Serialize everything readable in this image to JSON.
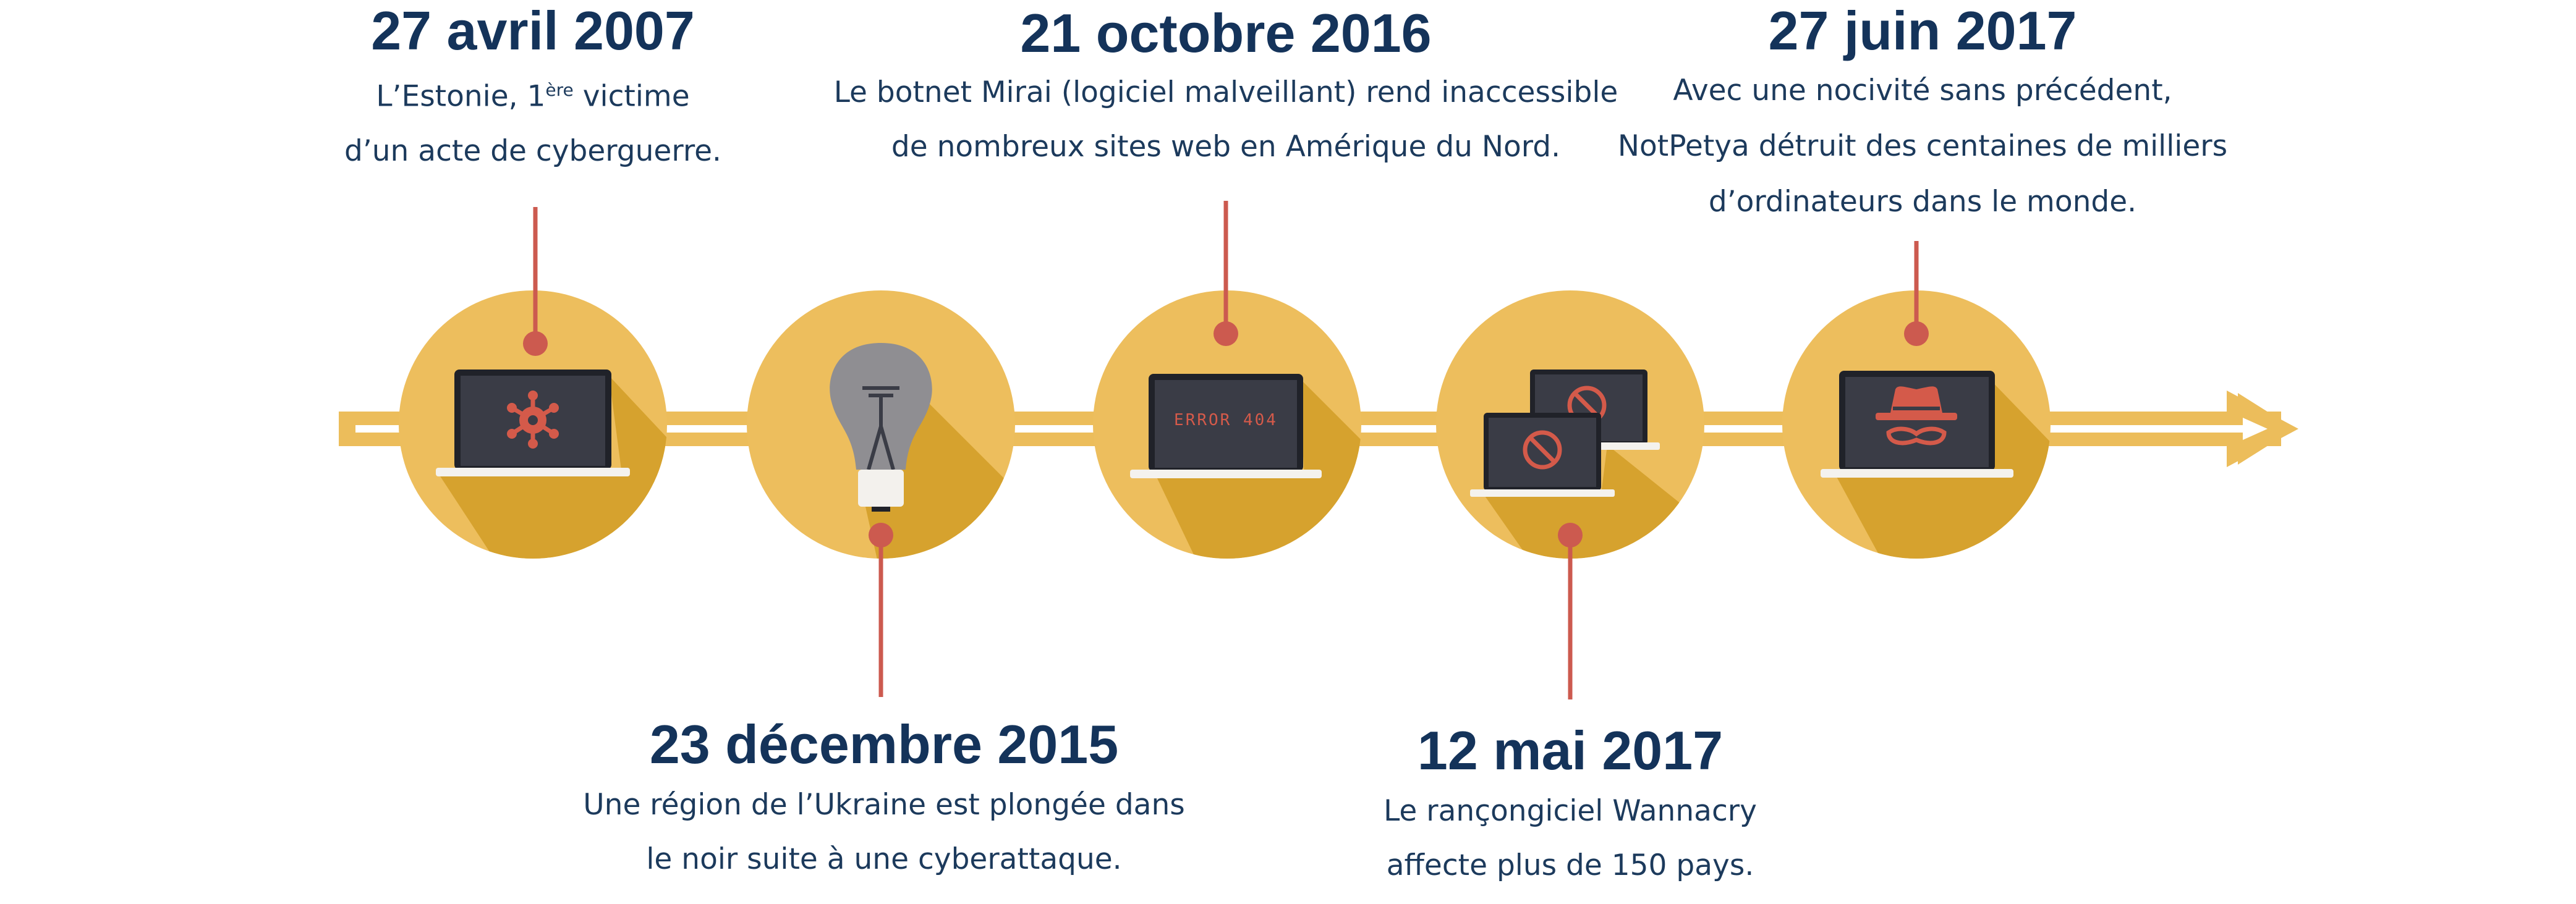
{
  "colors": {
    "arrow": "#ecbd5b",
    "arrow_inner": "#ffffff",
    "circle": "#edbe5d",
    "shadow": "#d6a22e",
    "pin": "#cc5a4f",
    "screen": "#3a3c46",
    "screen_bezel": "#202229",
    "laptop_base": "#f4f2ee",
    "screen_icon": "#d45a4a",
    "bulb_glass": "#8f8e92",
    "bulb_base": "#f3f1ed",
    "date_text": "#14335a",
    "body_text": "#1c3a5c"
  },
  "events": [
    {
      "id": "e1",
      "date": "27 avril 2007",
      "lines": [
        "L’Estonie, 1",
        "ère",
        " victime",
        "d’un acte de cyberguerre."
      ],
      "icon": "virus-laptop-icon"
    },
    {
      "id": "e2",
      "date": "23 décembre 2015",
      "lines": [
        "Une région de l’Ukraine est plongée dans",
        "le noir suite à une cyberattaque."
      ],
      "icon": "lightbulb-icon"
    },
    {
      "id": "e3",
      "date": "21 octobre 2016",
      "lines": [
        "Le botnet Mirai (logiciel malveillant) rend inaccessible",
        "de nombreux sites web en Amérique du Nord."
      ],
      "icon": "error-404-laptop-icon",
      "screen_text": "ERROR 404"
    },
    {
      "id": "e4",
      "date": "12 mai 2017",
      "lines": [
        "Le rançongiciel Wannacry",
        "affecte plus de 150 pays."
      ],
      "icon": "blocked-laptops-icon"
    },
    {
      "id": "e5",
      "date": "27 juin 2017",
      "lines": [
        "Avec une nocivité sans précédent,",
        "NotPetya détruit des centaines de milliers",
        "d’ordinateurs dans le monde."
      ],
      "icon": "hacker-laptop-icon"
    }
  ]
}
